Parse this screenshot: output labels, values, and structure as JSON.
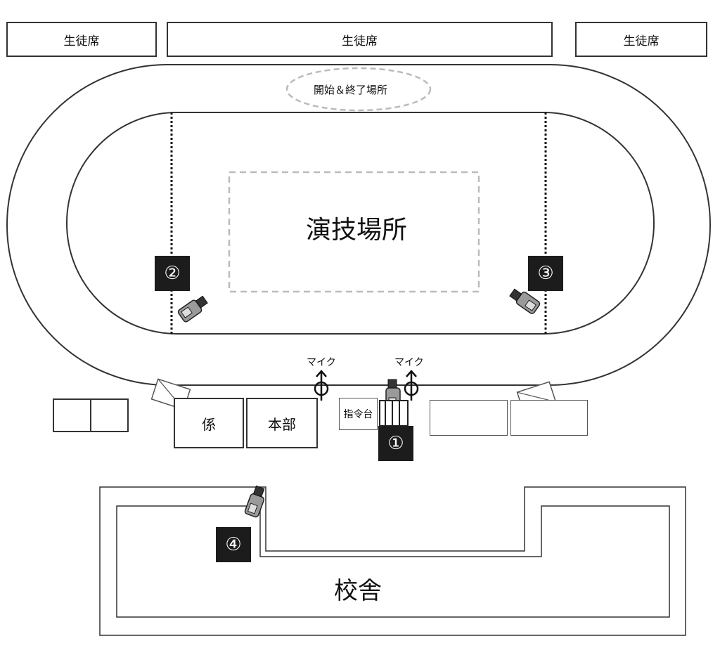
{
  "seats": {
    "left": "生徒席",
    "center": "生徒席",
    "right": "生徒席"
  },
  "field": {
    "start_end": "開始＆終了場所",
    "performance_area": "演技場所"
  },
  "mics": {
    "left": "マイク",
    "right": "マイク"
  },
  "tents": {
    "staff": "係",
    "hq": "本部",
    "command": "指令台"
  },
  "cameras": [
    {
      "number": "①"
    },
    {
      "number": "②"
    },
    {
      "number": "③"
    },
    {
      "number": "④"
    }
  ],
  "building": {
    "name": "校舎"
  },
  "icons": [
    "camera-icon",
    "mic-icon"
  ]
}
